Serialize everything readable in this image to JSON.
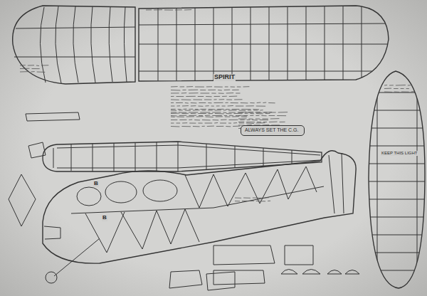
{
  "diagram": {
    "nodes": [
      {
        "text": [
          "ALWAYS SET THE C.G."
        ]
      }
    ],
    "labels": [
      "SPIRIT",
      "KEEP THIS LIGHT",
      "B",
      "B"
    ]
  }
}
